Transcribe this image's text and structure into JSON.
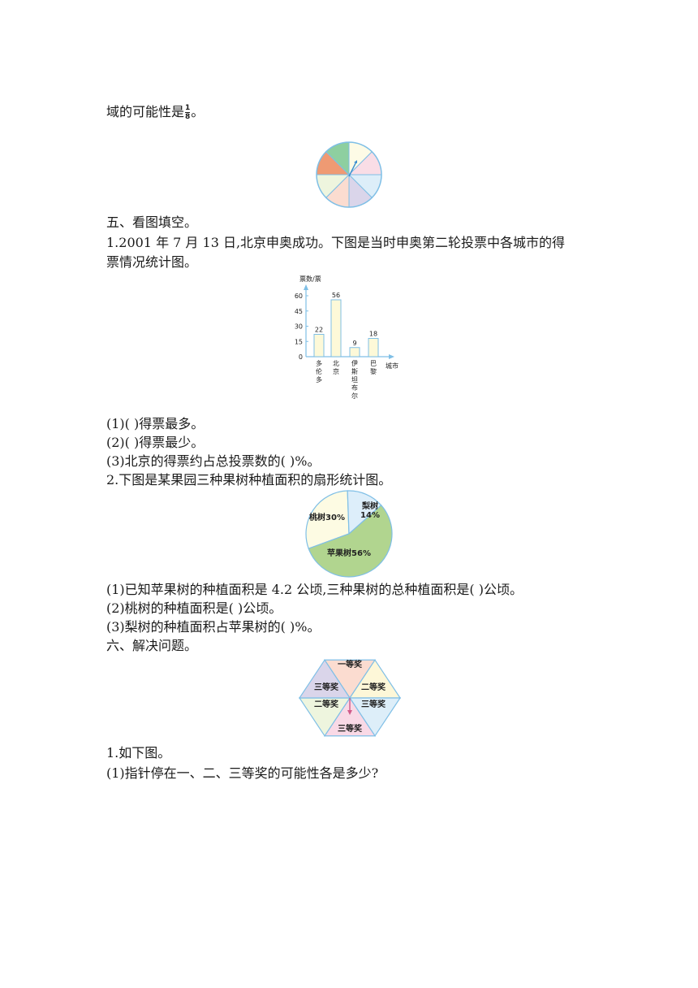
{
  "intro": {
    "text": "域的可能性是",
    "fraction_num": "1",
    "fraction_den": "8",
    "end": "。"
  },
  "section5": {
    "heading": "五、看图填空。",
    "q1_line1": "1.2001 年 7 月 13 日,北京申奥成功。下图是当时申奥第二轮投票中各城市的得",
    "q1_line2": "票情况统计图。",
    "q1_a": "(1)(          )得票最多。",
    "q1_b": "(2)(          )得票最少。",
    "q1_c": "(3)北京的得票约占总投票数的(      )%。",
    "q2_title": "2.下图是某果园三种果树种植面积的扇形统计图。",
    "q2_a": "(1)已知苹果树的种植面积是 4.2 公顷,三种果树的总种植面积是(      )公顷。",
    "q2_b": "(2)桃树的种植面积是(      )公顷。",
    "q2_c": "(3)梨树的种植面积占苹果树的(      )%。"
  },
  "section6": {
    "heading": "六、解决问题。",
    "q1": "1.如下图。",
    "q1_a": "(1)指针停在一、二、三等奖的可能性各是多少?"
  },
  "chart_data": [
    {
      "type": "bar",
      "ylabel": "票数/票",
      "xlabel": "城市",
      "categories": [
        "多伦多",
        "北京",
        "伊斯坦布尔",
        "巴黎"
      ],
      "values": [
        22,
        56,
        9,
        18
      ],
      "yticks": [
        0,
        15,
        30,
        45,
        60
      ],
      "ylim": [
        0,
        60
      ],
      "bar_color": "#fdf9d8",
      "bar_edge": "#7fbfe6"
    },
    {
      "type": "pie",
      "labels": [
        "桃树30%",
        "梨树14%",
        "苹果树56%"
      ],
      "label_lines": [
        [
          "桃树30%"
        ],
        [
          "梨树",
          "14%"
        ],
        [
          "苹果树56%"
        ]
      ],
      "values": [
        30,
        14,
        56
      ],
      "colors": [
        "#fdfbe3",
        "#ddeefa",
        "#b1d58f"
      ]
    }
  ],
  "spinner": {
    "sectors": 8,
    "colors": [
      "#8ecfa0",
      "#fdfbe6",
      "#f9dde6",
      "#ddeef9",
      "#dad5ea",
      "#fbdcd0",
      "#eef5de",
      "#ef9a73"
    ]
  },
  "hexagon": {
    "labels": [
      "一等奖",
      "二等奖",
      "三等奖",
      "三等奖",
      "二等奖",
      "三等奖"
    ],
    "colors": [
      "#fbdcd0",
      "#fdf7d8",
      "#ddeef9",
      "#f9d9e6",
      "#eef5de",
      "#dad5ea"
    ]
  }
}
